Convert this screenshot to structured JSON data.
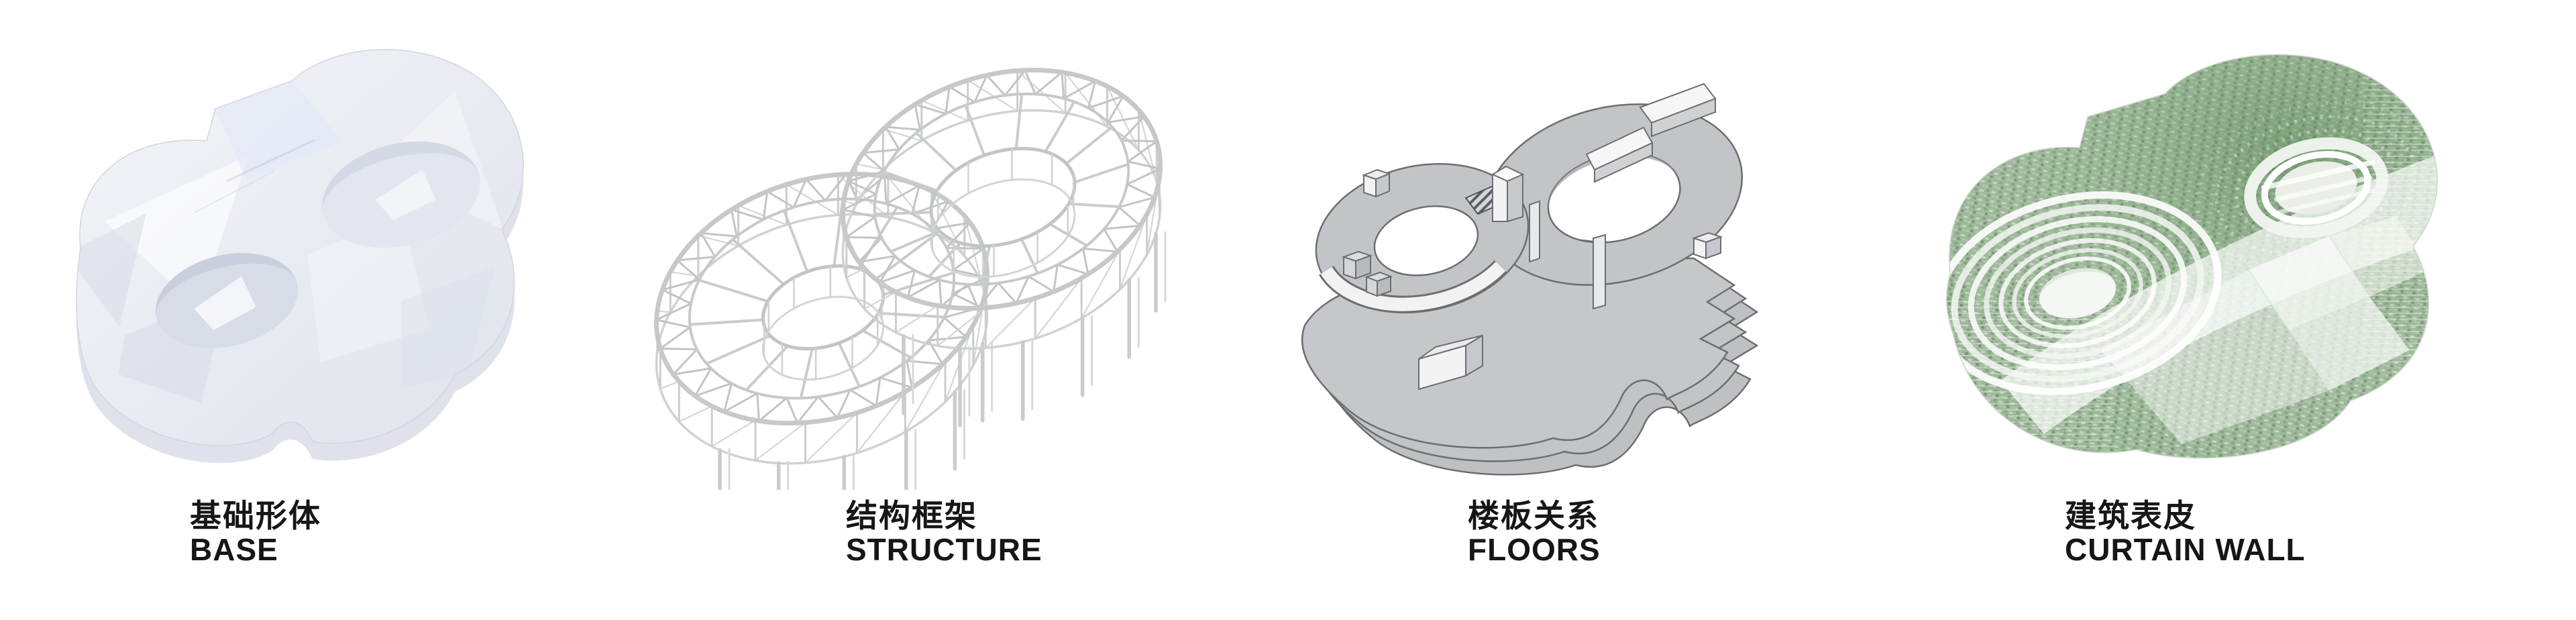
{
  "panels": [
    {
      "zh": "基础形体",
      "en": "BASE"
    },
    {
      "zh": "结构框架",
      "en": "STRUCTURE"
    },
    {
      "zh": "楼板关系",
      "en": "FLOORS"
    },
    {
      "zh": "建筑表皮",
      "en": "CURTAIN WALL"
    }
  ],
  "colors": {
    "background": "#ffffff",
    "label_text": "#161616",
    "glass_body": "#eaecf2",
    "glass_shadow": "#d9dce6",
    "truss_gray": "#c6c8cb",
    "slab_gray": "#bfc0c3",
    "slab_outline": "#6d6e72",
    "box_white": "#f3f3f4",
    "curtain_green": "#8fa98c",
    "curtain_light_green": "#c7d7c2"
  }
}
